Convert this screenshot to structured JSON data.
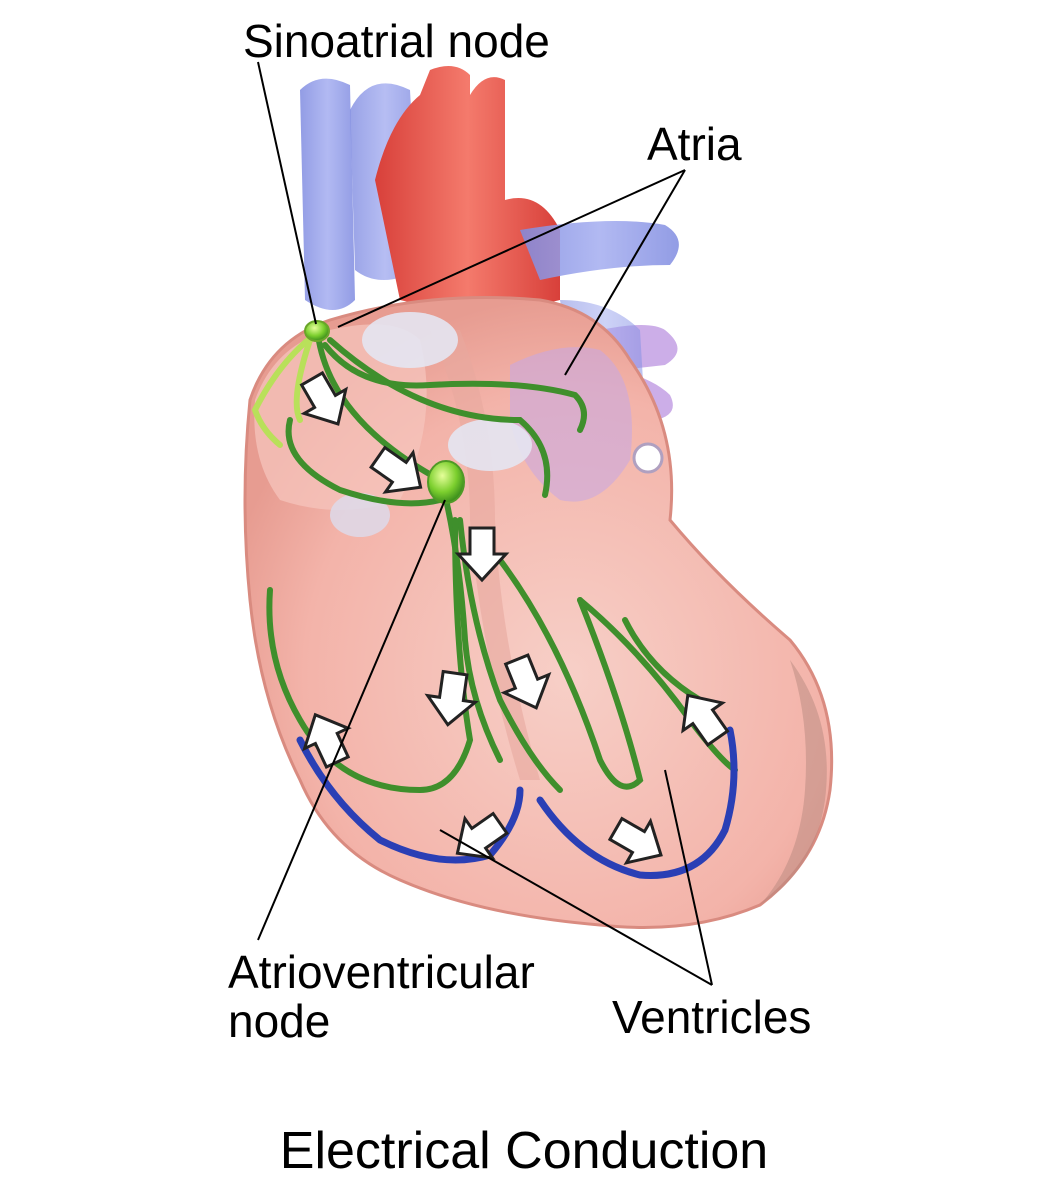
{
  "labels": {
    "sinoatrial_node": "Sinoatrial node",
    "atria": "Atria",
    "atrioventricular_line1": "Atrioventricular",
    "atrioventricular_line2": "node",
    "ventricles": "Ventricles"
  },
  "caption": "Electrical Conduction",
  "colors": {
    "vein": "#8f9ae8",
    "artery": "#e8524a",
    "myocardium": "#f4b8b0",
    "conduction_green": "#3f8f2c",
    "purkinje_blue": "#2a3fb5",
    "node_lime": "#b9e05a"
  }
}
